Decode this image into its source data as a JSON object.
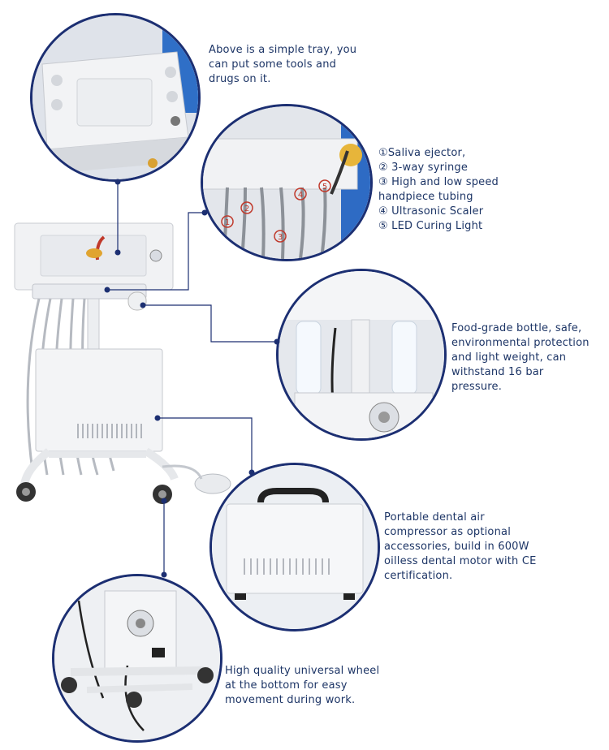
{
  "captions": {
    "tray": [
      "Above is a simple tray, you",
      "can put some tools and",
      "drugs on it."
    ],
    "tools": [
      "①Saliva ejector,",
      "② 3-way syringe",
      "③ High and low speed",
      "handpiece tubing",
      "④ Ultrasonic Scaler",
      "⑤ LED Curing Light"
    ],
    "bottle": [
      "Food-grade bottle, safe,",
      "environmental protection",
      "and light weight, can",
      "withstand 16 bar",
      "pressure."
    ],
    "compressor": [
      "Portable dental air",
      "compressor as optional",
      "accessories, build in 600W",
      "oilless dental motor with CE",
      "certification."
    ],
    "wheel": [
      "High quality universal wheel",
      "at the bottom for easy",
      "movement during work."
    ]
  },
  "tool_markers": [
    "1",
    "2",
    "3",
    "4",
    "5"
  ],
  "colors": {
    "ring": "#1c2f72",
    "connector": "#1c2f72",
    "dot": "#1c2f72",
    "text": "#1d3566"
  }
}
